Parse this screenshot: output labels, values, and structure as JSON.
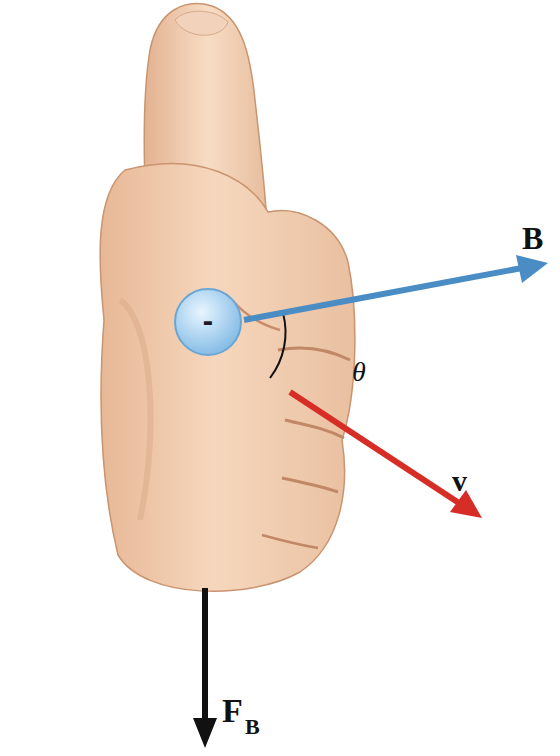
{
  "diagram": {
    "nodes": [
      {
        "text": [
          "-"
        ]
      }
    ],
    "labels": [
      "B",
      "θ",
      "v",
      "F",
      "B"
    ]
  }
}
